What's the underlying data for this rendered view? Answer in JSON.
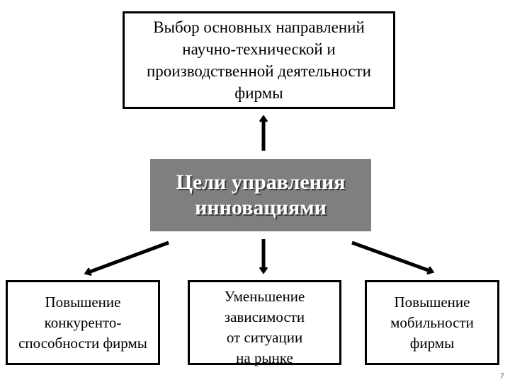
{
  "nodes": {
    "top": "Выбор основных направлений\nнаучно-технической и\nпроизводственной деятельности\nфирмы",
    "center": "Цели управления\nинновациями",
    "left": "Повышение\nконкуренто-\nспособности фирмы",
    "middle": "Уменьшение\nзависимости\nот ситуации\nна рынке",
    "right": "Повышение\nмобильности\nфирмы"
  },
  "page_number": "7"
}
